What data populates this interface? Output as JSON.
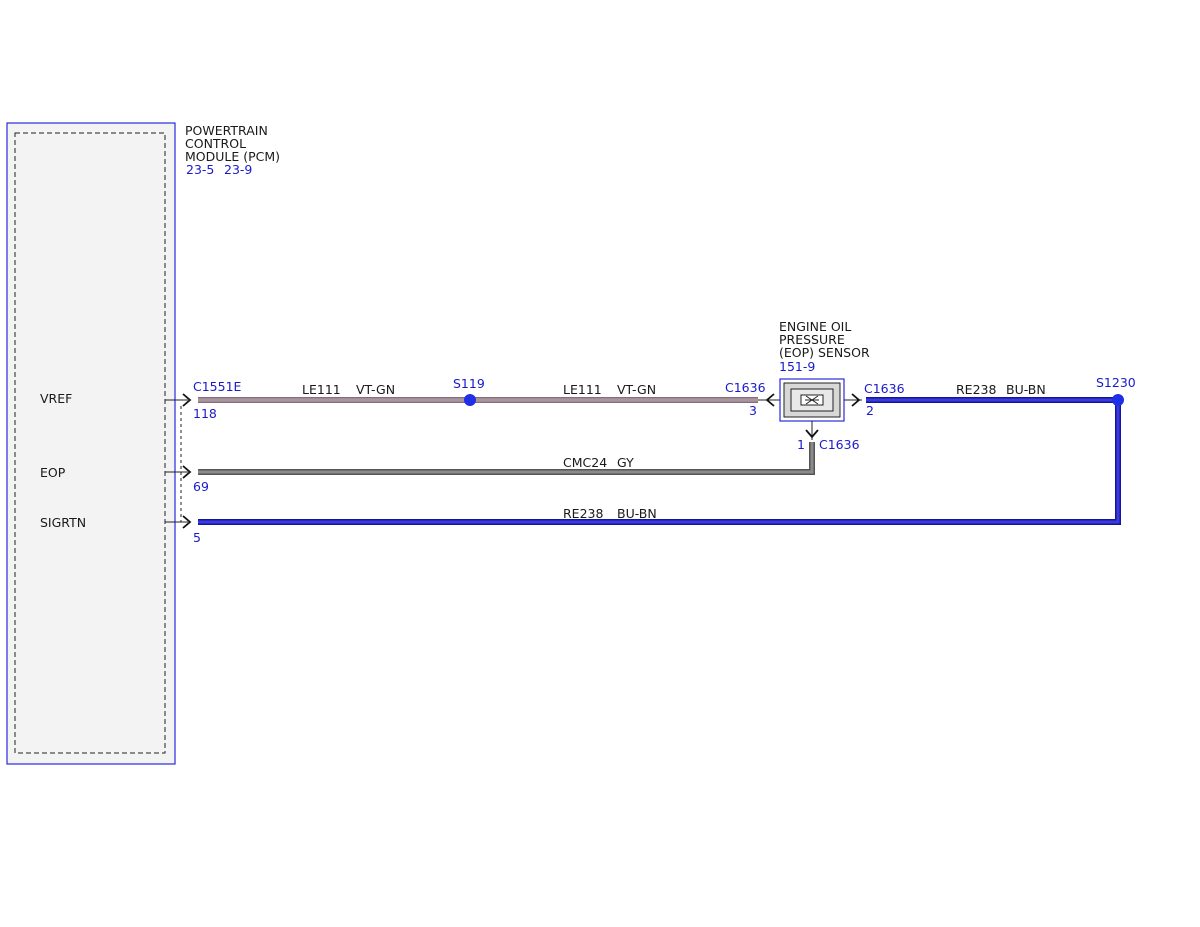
{
  "module": {
    "name_lines": [
      "POWERTRAIN",
      "CONTROL",
      "MODULE (PCM)"
    ],
    "refs": [
      "23-5",
      "23-9"
    ],
    "pins": [
      {
        "label": "VREF",
        "pin": "118"
      },
      {
        "label": "EOP",
        "pin": "69"
      },
      {
        "label": "SIGRTN",
        "pin": "5"
      }
    ],
    "connector": "C1551E"
  },
  "sensor": {
    "name_lines": [
      "ENGINE OIL",
      "PRESSURE",
      "(EOP) SENSOR"
    ],
    "ref": "151-9",
    "connector": "C1636",
    "pins": {
      "left": "3",
      "right": "2",
      "bottom": "1"
    }
  },
  "splices": {
    "s1": "S119",
    "s2": "S1230"
  },
  "wires": [
    {
      "circuit": "LE111",
      "color_code": "VT-GN",
      "hex": "#b98aa6"
    },
    {
      "circuit": "LE111",
      "color_code": "VT-GN",
      "hex": "#b98aa6"
    },
    {
      "circuit": "RE238",
      "color_code": "BU-BN",
      "hex": "#2020c0"
    },
    {
      "circuit": "CMC24",
      "color_code": "GY",
      "hex": "#7a7a7a"
    },
    {
      "circuit": "RE238",
      "color_code": "BU-BN",
      "hex": "#2020c0"
    }
  ],
  "colors": {
    "module_border": "#2a2ae0",
    "module_fill": "#f3f3f3",
    "label_blue": "#1a1acc",
    "splice": "#1f2fe8"
  }
}
